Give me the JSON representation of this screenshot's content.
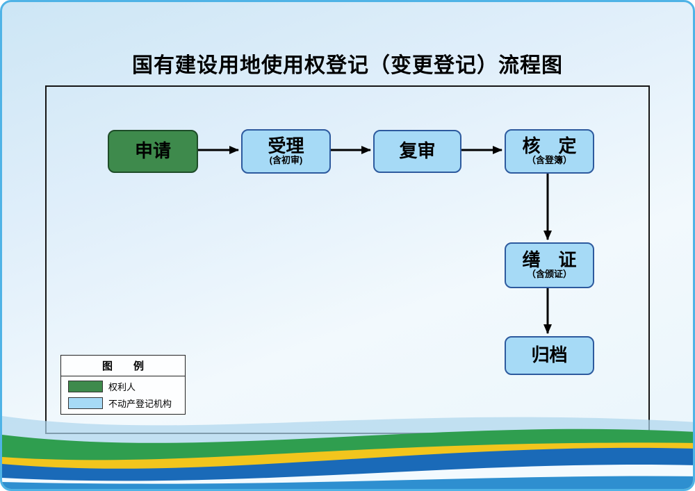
{
  "title": "国有建设用地使用权登记（变更登记）流程图",
  "flow": {
    "nodes": [
      {
        "label": "申请",
        "sub": "",
        "role": "applicant"
      },
      {
        "label": "受理",
        "sub": "(含初审)",
        "role": "registry"
      },
      {
        "label": "复审",
        "sub": "",
        "role": "registry"
      },
      {
        "label": "核　定",
        "sub": "（含登簿）",
        "role": "registry"
      },
      {
        "label": "缮　证",
        "sub": "（含颁证）",
        "role": "registry"
      },
      {
        "label": "归档",
        "sub": "",
        "role": "registry"
      }
    ]
  },
  "legend": {
    "title": "图　　例",
    "items": [
      {
        "label": "权利人",
        "color": "#3e8a4c"
      },
      {
        "label": "不动产登记机构",
        "color": "#a6daf6"
      }
    ]
  },
  "colors": {
    "applicant_fill": "#3e8a4c",
    "registry_fill": "#a6daf6",
    "node_border": "#2d5a9e",
    "arrow": "#000000",
    "frame_border": "#151515",
    "outer_border": "#4fb3e6"
  }
}
